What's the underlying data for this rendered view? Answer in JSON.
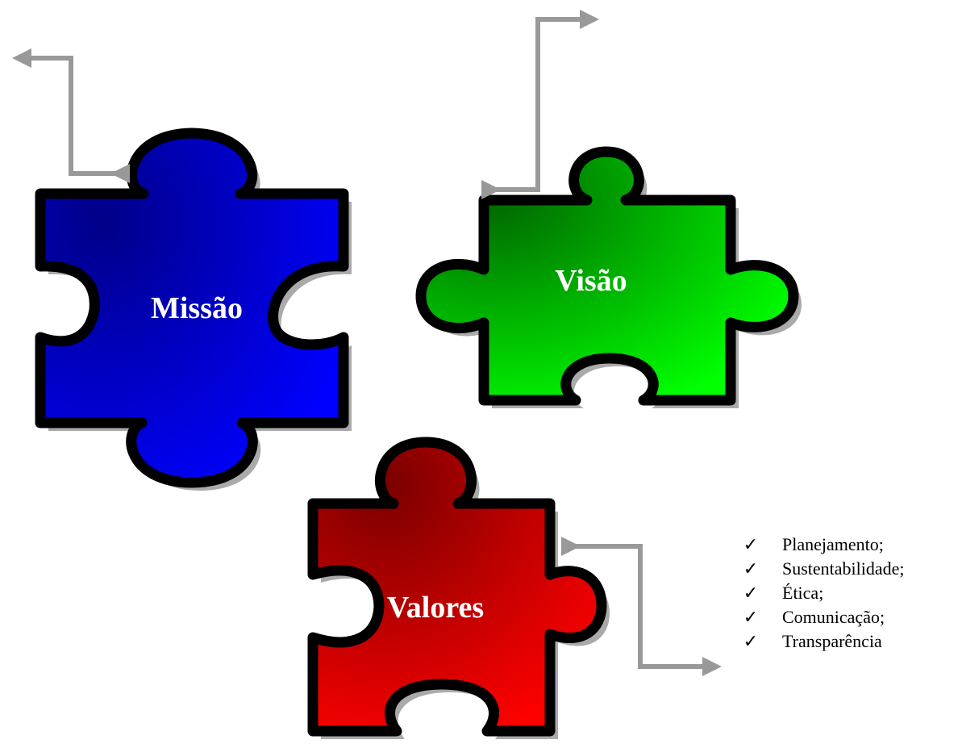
{
  "pieces": {
    "missao": {
      "label": "Missão",
      "color_dark": "#000088",
      "color_light": "#0000ff"
    },
    "visao": {
      "label": "Visão",
      "color_dark": "#006400",
      "color_light": "#00ff00"
    },
    "valores": {
      "label": "Valores",
      "color_dark": "#7a0000",
      "color_light": "#ff0000"
    }
  },
  "values_list": {
    "check_icon": "✓",
    "items": [
      "Planejamento;",
      "Sustentabilidade;",
      "Ética;",
      "Comunicação;",
      "Transparência"
    ]
  },
  "connector_color": "#999999"
}
